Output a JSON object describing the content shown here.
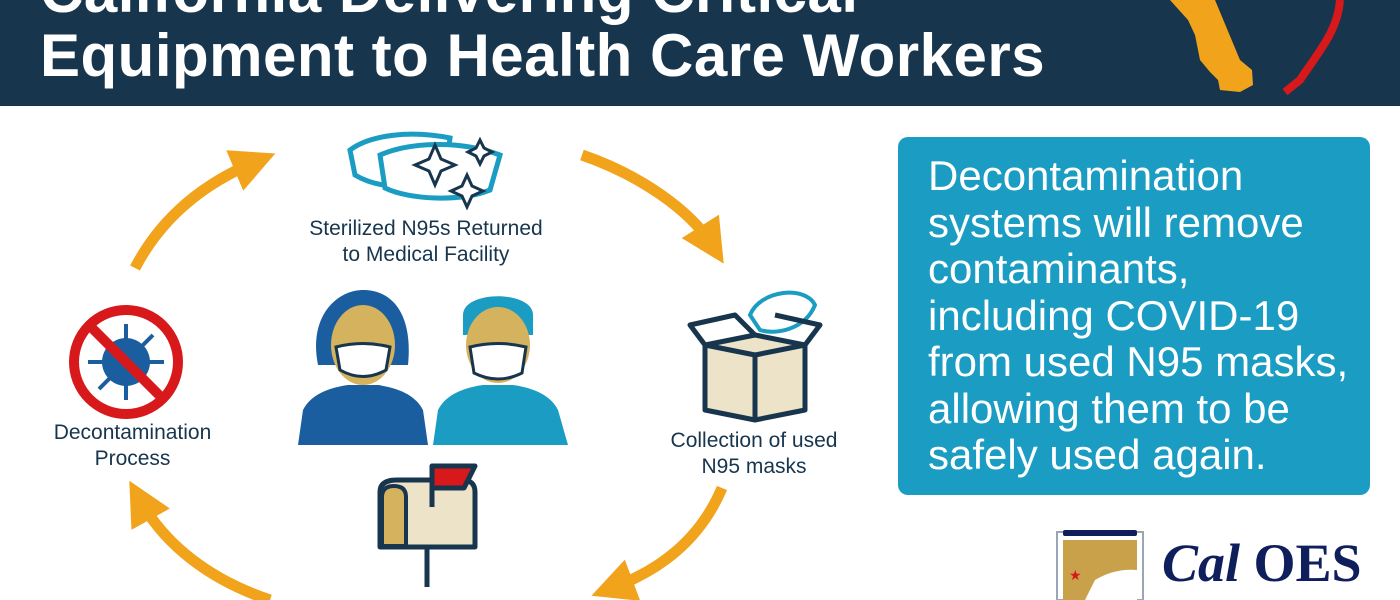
{
  "header": {
    "title_line1": "California Delivering Critical",
    "title_line2": "Equipment to Health Care Workers"
  },
  "cycle": {
    "steps": [
      {
        "label_line1": "Sterilized N95s Returned",
        "label_line2": "to Medical Facility"
      },
      {
        "label_line1": "Collection of used",
        "label_line2": "N95 masks"
      },
      {
        "label_line1": "Decontamination",
        "label_line2": "Process"
      }
    ]
  },
  "info_box": {
    "lines": [
      "Decontamination",
      "systems will remove",
      "contaminants,",
      "including COVID-19",
      "from used N95 masks,",
      "allowing them to be",
      "safely used again."
    ]
  },
  "logo": {
    "part1": "Cal",
    "part2": "OES"
  },
  "colors": {
    "navy": "#17354d",
    "arrow": "#f0a31b",
    "box": "#1b9cc2",
    "red": "#d7191c"
  }
}
